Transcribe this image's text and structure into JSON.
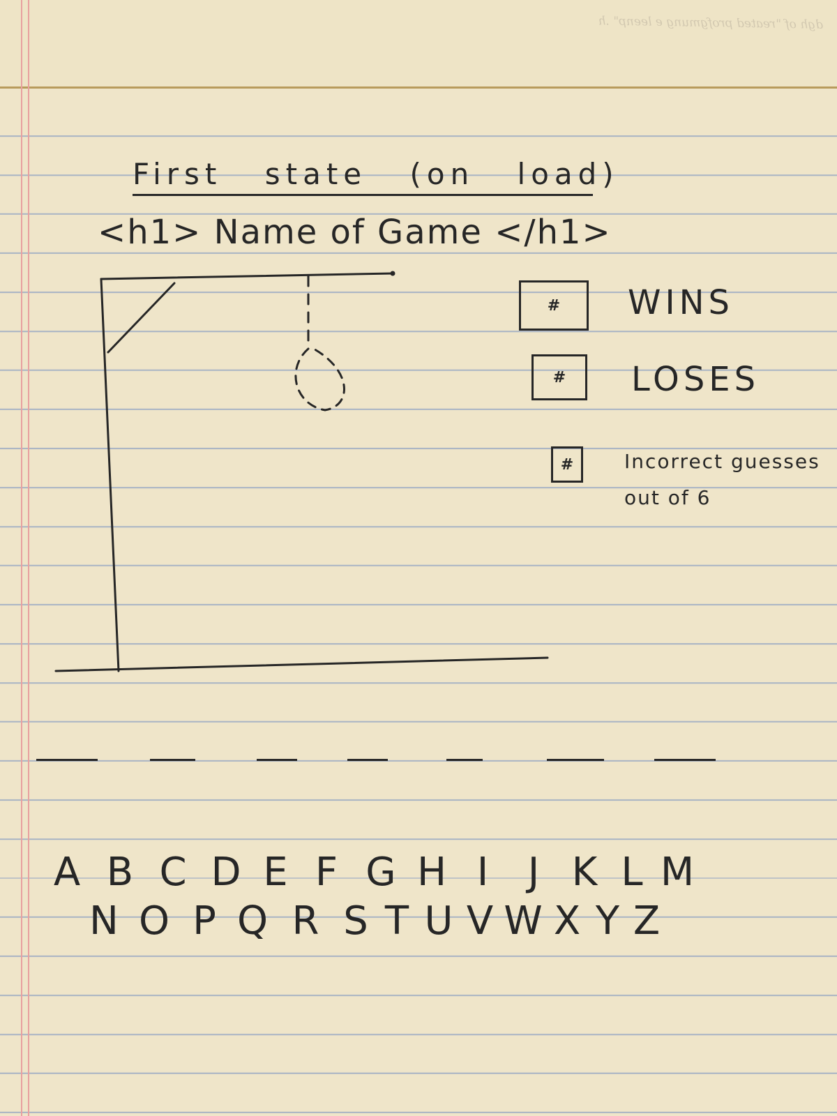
{
  "bleed_text": "dgh of \"reated profgmung e leenp\" .h",
  "sketch": {
    "subtitle": "First state (on load)",
    "title": "<h1> Name of Game </h1>"
  },
  "stats": {
    "wins": {
      "value": "#",
      "label": "WINS"
    },
    "loses": {
      "value": "#",
      "label": "LOSES"
    },
    "incorrect": {
      "value": "#",
      "label_line1": "Incorrect guesses",
      "label_line2": "out of 6"
    }
  },
  "word_blanks": 7,
  "alphabet": {
    "row1": [
      "A",
      "B",
      "C",
      "D",
      "E",
      "F",
      "G",
      "H",
      "I",
      "J",
      "K",
      "L",
      "M"
    ],
    "row2": [
      "N",
      "O",
      "P",
      "Q",
      "R",
      "S",
      "T",
      "U",
      "V",
      "W",
      "X",
      "Y",
      "Z"
    ]
  },
  "colors": {
    "paper": "#efe5c9",
    "ruled_line": "#a9b4c4",
    "margin_line": "#e8a0a0",
    "ink": "#262626"
  }
}
